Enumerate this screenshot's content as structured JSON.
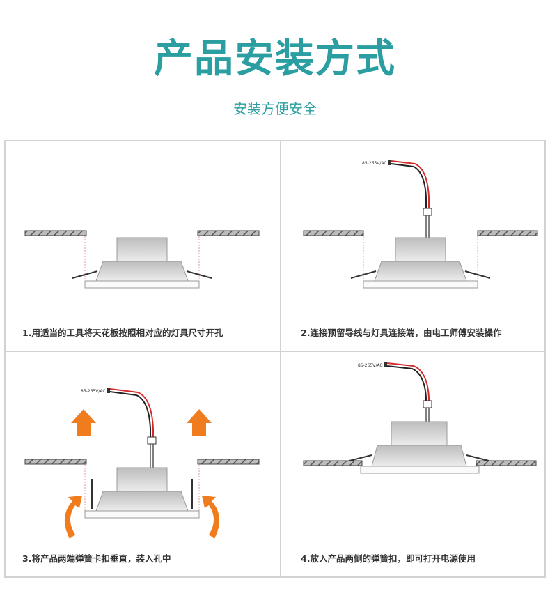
{
  "header": {
    "title": "产品安装方式",
    "subtitle": "安装方便安全"
  },
  "steps": [
    {
      "caption": "1.用适当的工具将天花板按照相对应的灯具尺寸开孔"
    },
    {
      "caption": "2.连接预留导线与灯具连接端，由电工师傅安装操作",
      "voltage": "85-265V/AC"
    },
    {
      "caption": "3.将产品两端弹簧卡扣垂直，装入孔中",
      "voltage": "85-265V/AC"
    },
    {
      "caption": "4.放入产品两侧的弹簧扣，即可打开电源使用",
      "voltage": "85-265V/AC"
    }
  ],
  "colors": {
    "accent": "#2a9ea0",
    "arrow": "#f07c1e",
    "wire_red": "#d62a2a"
  }
}
